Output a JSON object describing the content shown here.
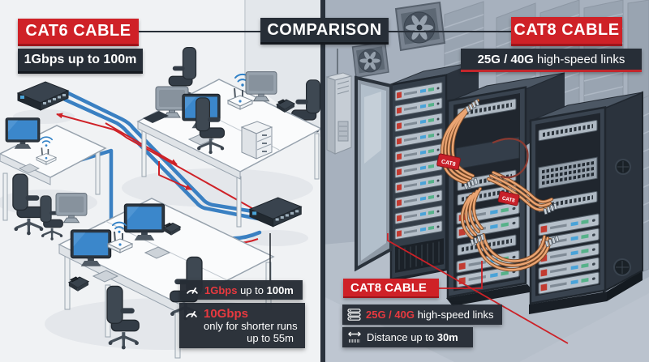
{
  "page": {
    "comparison_title": "COMPARISON"
  },
  "cat6_panel": {
    "banner_title": "CAT6 CABLE",
    "spec": {
      "bold1": "1Gbps",
      "mid": " up to ",
      "bold2": "100m"
    },
    "callouts": {
      "badge1": {
        "speed": "1Gbps",
        "mid": " up to ",
        "dist": "100m"
      },
      "badge2": {
        "speed": "10Gbps",
        "line2": "only for shorter runs",
        "line3": "up to 55m"
      }
    }
  },
  "cat8_panel": {
    "banner_title": "CAT8 CABLE",
    "spec": {
      "bold": "25G / 40G",
      "rest": " high-speed links"
    },
    "callouts": {
      "title": "CAT8 CABLE",
      "badge1": {
        "speed": "25G / 40G",
        "rest": " high-speed links"
      },
      "badge2": {
        "pre": "Distance up to ",
        "dist": "30m"
      }
    }
  },
  "scene_labels": {
    "cable_tag": "CAT8"
  },
  "icons": {
    "speed": "speedometer-icon",
    "links": "server-stack-icon",
    "distance": "double-arrow-icon",
    "wifi": "wifi-signal-icon"
  },
  "colors": {
    "accent_red": "#cf2127",
    "panel_dark": "#272e37",
    "cat6_cable_blue": "#3a80c2",
    "cat8_cable_orange": "#e8a671"
  }
}
